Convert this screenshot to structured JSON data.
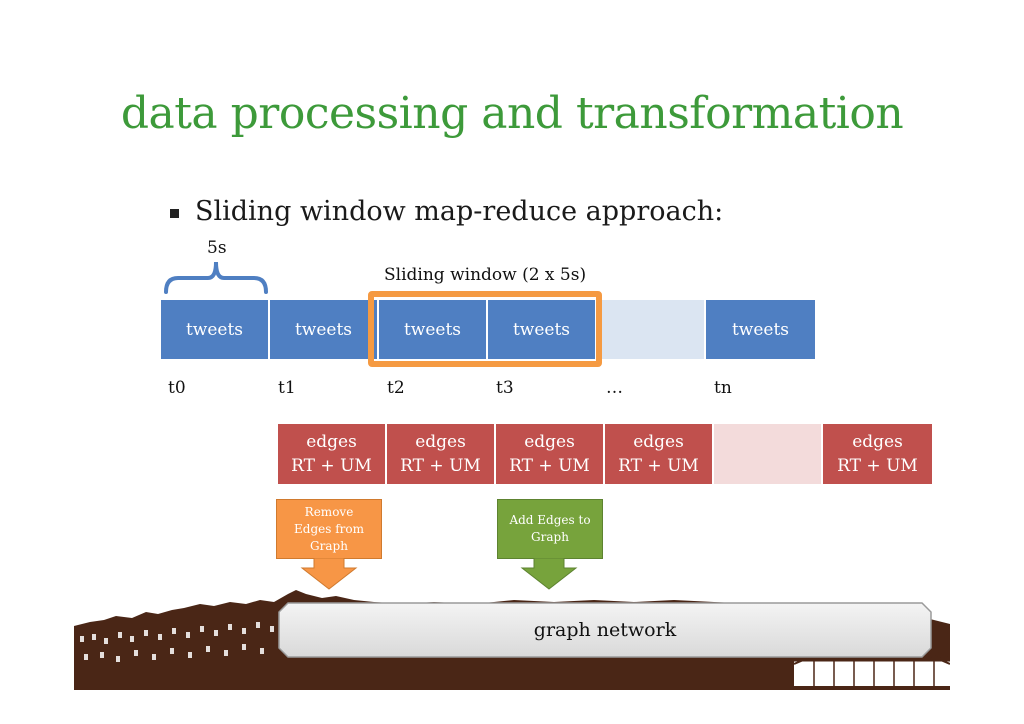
{
  "title": "data processing and transformation",
  "bullet": "Sliding window map-reduce approach:",
  "brace_label": "5s",
  "window_label": "Sliding window (2 x 5s)",
  "tweets_row": [
    "tweets",
    "tweets",
    "tweets",
    "tweets",
    "",
    "tweets"
  ],
  "time_labels": [
    "t0",
    "t1",
    "t2",
    "t3",
    "…",
    "tn"
  ],
  "edges_row": [
    {
      "line1": "edges",
      "line2": "RT + UM"
    },
    {
      "line1": "edges",
      "line2": "RT + UM"
    },
    {
      "line1": "edges",
      "line2": "RT + UM"
    },
    {
      "line1": "edges",
      "line2": "RT + UM"
    },
    {
      "line1": "",
      "line2": ""
    },
    {
      "line1": "edges",
      "line2": "RT + UM"
    }
  ],
  "remove_action": {
    "line1": "Remove",
    "line2": "Edges from",
    "line3": "Graph"
  },
  "add_action": {
    "line1": "Add Edges to",
    "line2": "Graph"
  },
  "graph_label": "graph network",
  "colors": {
    "title": "#3d9a3a",
    "tweet_cell": "#4f7fc2",
    "tweet_empty": "#dbe5f2",
    "edge_cell": "#c0504d",
    "edge_empty": "#f3dbdb",
    "window_frame": "#f59a42",
    "remove": "#f79646",
    "add": "#77a33c",
    "skyline": "#4a2616"
  }
}
